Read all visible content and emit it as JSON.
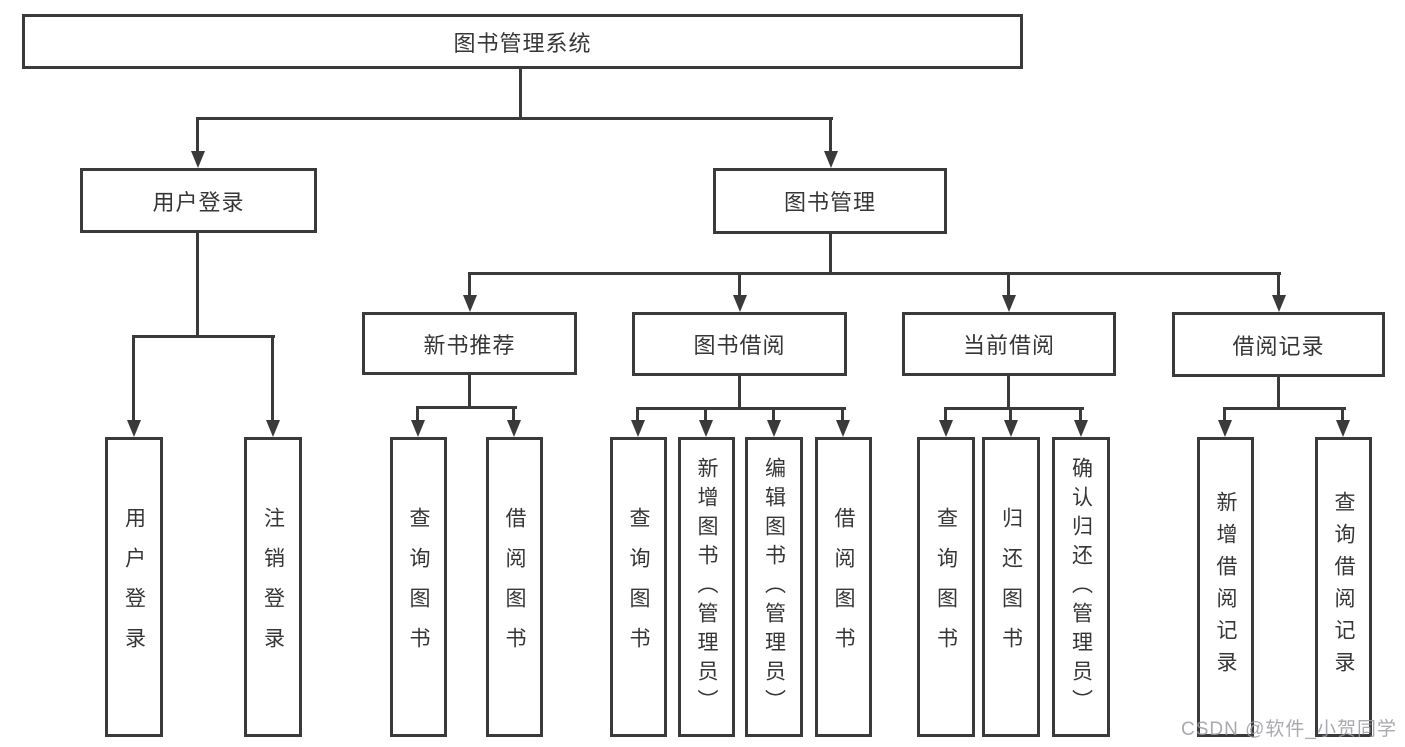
{
  "tree": {
    "root": {
      "label": "图书管理系统",
      "children": [
        {
          "label": "用户登录",
          "children": [
            {
              "label": "用户登录"
            },
            {
              "label": "注销登录"
            }
          ]
        },
        {
          "label": "图书管理",
          "children": [
            {
              "label": "新书推荐",
              "children": [
                {
                  "label": "查询图书"
                },
                {
                  "label": "借阅图书"
                }
              ]
            },
            {
              "label": "图书借阅",
              "children": [
                {
                  "label": "查询图书"
                },
                {
                  "label": "新增图书（管理员）"
                },
                {
                  "label": "编辑图书（管理员）"
                },
                {
                  "label": "借阅图书"
                }
              ]
            },
            {
              "label": "当前借阅",
              "children": [
                {
                  "label": "查询图书"
                },
                {
                  "label": "归还图书"
                },
                {
                  "label": "确认归还（管理员）"
                }
              ]
            },
            {
              "label": "借阅记录",
              "children": [
                {
                  "label": "新增借阅记录"
                },
                {
                  "label": "查询借阅记录"
                }
              ]
            }
          ]
        }
      ]
    }
  },
  "watermark": "CSDN @软件_小贺同学",
  "colors": {
    "line": "#3a3a3a",
    "text": "#363636",
    "background": "#ffffff",
    "watermark": "#9b9ba2"
  }
}
